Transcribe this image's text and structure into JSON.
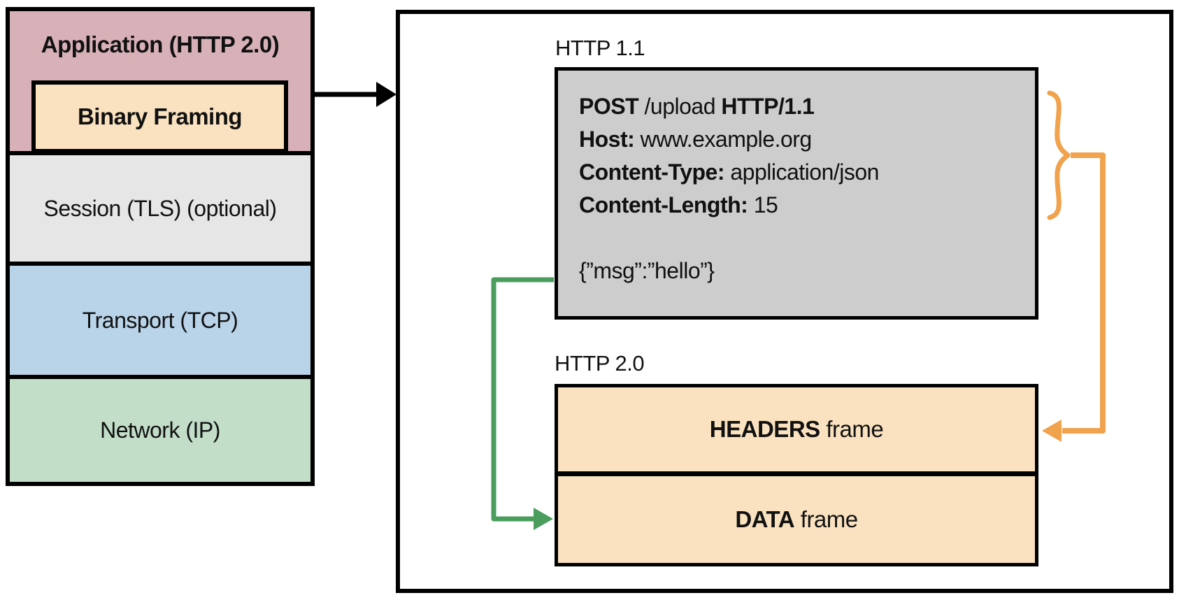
{
  "stack": {
    "application_label": "Application (HTTP 2.0)",
    "binary_framing_label": "Binary Framing",
    "session_label": "Session (TLS) (optional)",
    "transport_label": "Transport (TCP)",
    "network_label": "Network (IP)"
  },
  "panel": {
    "http11_label": "HTTP 1.1",
    "http20_label": "HTTP 2.0",
    "request": {
      "line1": {
        "method": "POST",
        "target": " /upload ",
        "version": "HTTP/1.1"
      },
      "line2": {
        "label": "Host:",
        "value": " www.example.org"
      },
      "line3": {
        "label": "Content-Type:",
        "value": " application/json"
      },
      "line4": {
        "label": "Content-Length:",
        "value": " 15"
      },
      "body": "{”msg”:”hello”}"
    },
    "frames": {
      "headers_bold": "HEADERS",
      "headers_rest": " frame",
      "data_bold": "DATA",
      "data_rest": " frame"
    }
  },
  "colors": {
    "application_bg": "#d8b1b8",
    "binary_framing_bg": "#fae2c0",
    "session_bg": "#e6e6e6",
    "transport_bg": "#b9d3e9",
    "network_bg": "#c2dec9",
    "request_bg": "#cdcdcd",
    "frame_bg": "#fae2c0",
    "arrow_black": "#000000",
    "arrow_green": "#4a9d5c",
    "arrow_orange": "#f0a24d"
  }
}
